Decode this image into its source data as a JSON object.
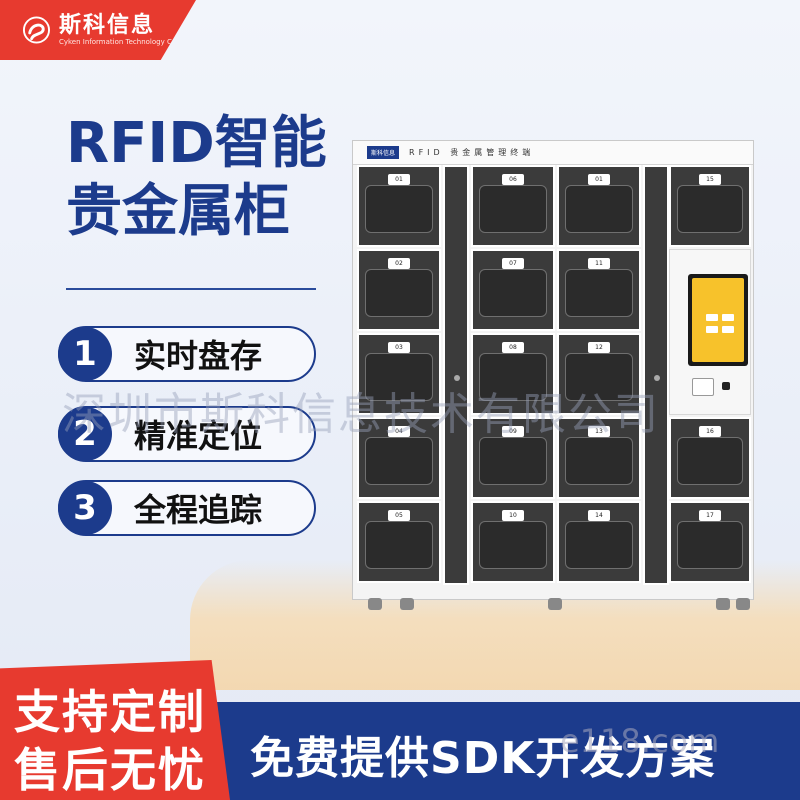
{
  "brand": {
    "name": "斯科信息",
    "tagline": "Cyken Information Technology Co., Ltd.",
    "color": "#e73a2f"
  },
  "headline": {
    "line1": "RFID智能",
    "line2": "贵金属柜",
    "color": "#1c3b8c"
  },
  "features": [
    {
      "num": "1",
      "label": "实时盘存"
    },
    {
      "num": "2",
      "label": "精准定位"
    },
    {
      "num": "3",
      "label": "全程追踪"
    }
  ],
  "cabinet": {
    "logo": "斯科信息",
    "title": "RFID  贵金属管理终端",
    "columns": [
      [
        "01",
        "02",
        "03",
        "04",
        "05"
      ],
      [
        "06",
        "07",
        "08",
        "09",
        "10"
      ],
      [
        "01",
        "11",
        "12",
        "13",
        "14"
      ],
      [
        "15",
        "16",
        "17"
      ]
    ],
    "terminal_icon": "touchscreen-icon"
  },
  "watermark": "深圳市斯科信息技术有限公司",
  "watermark_bottom": "e118.com",
  "promo": {
    "red_line1": "支持定制",
    "red_line2": "售后无忧",
    "blue_text": "免费提供SDK开发方案"
  }
}
